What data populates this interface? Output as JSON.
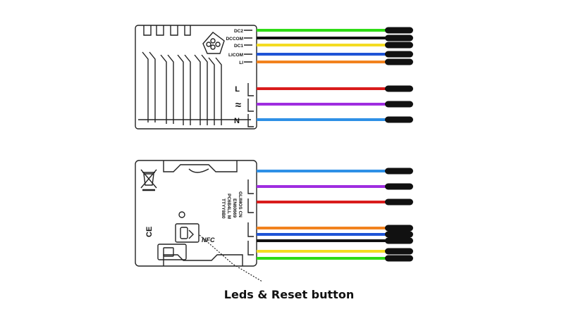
{
  "colors": {
    "green": "#2fdc16",
    "black": "#111111",
    "yellow": "#f4dc22",
    "blue": "#1f54d6",
    "orange": "#f2821e",
    "red": "#d91c1c",
    "purple": "#9f2de0",
    "lightblue": "#2e90e6",
    "outline": "#222222"
  },
  "top_module": {
    "low_voltage_terminals": [
      "DC2",
      "DCCOM",
      "DC1",
      "LICOM",
      "LI"
    ],
    "power_terminals": [
      "L",
      "≈",
      "N"
    ],
    "wires": [
      "green",
      "black",
      "yellow",
      "blue",
      "orange",
      "red",
      "purple",
      "lightblue"
    ]
  },
  "bottom_module": {
    "wires": [
      "lightblue",
      "purple",
      "red",
      "orange",
      "blue",
      "black",
      "yellow",
      "green"
    ],
    "label_lines": [
      "GLIMOS CN",
      "EN60669",
      "PC6B4LL M",
      "TTYY8B0"
    ],
    "nfc_label": "NFC",
    "ce_mark": "CE"
  },
  "annotation": {
    "text": "Leds & Reset button"
  }
}
